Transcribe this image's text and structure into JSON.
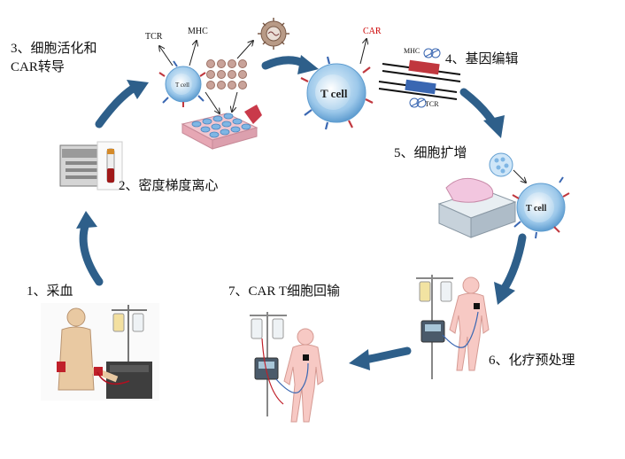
{
  "steps": {
    "step1": "1、采血",
    "step2": "2、密度梯度离心",
    "step3_line1": "3、细胞活化和",
    "step3_line2": "CAR转导",
    "step4": "4、基因编辑",
    "step5": "5、细胞扩增",
    "step6": "6、化疗预处理",
    "step7": "7、CAR T细胞回输"
  },
  "labels": {
    "tcr": "TCR",
    "mhc": "MHC",
    "car": "CAR",
    "mhc_gene": "MHC",
    "tcr_gene": "TCR",
    "t_cell_small": "T cell",
    "t_cell_large": "T cell",
    "t_cell_expand": "T cell"
  },
  "colors": {
    "arrow": "#2e5f8a",
    "cell_fill": "#bcd9f0",
    "cell_core": "#d7ecfa",
    "car_text": "#cc0000",
    "body_fill": "#f7c9c4",
    "gene_red": "#c0373e",
    "gene_blue": "#3a67b2"
  }
}
